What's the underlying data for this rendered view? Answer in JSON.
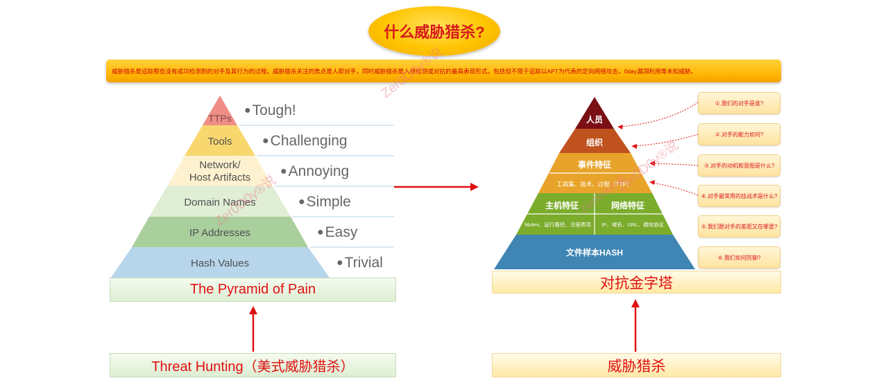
{
  "title": "什么威胁猎杀?",
  "definition": "威胁猎杀是追踪那些没有成功检测到的对手及其行为的过程。威胁猎杀关注的焦点是人即对手，同时威胁猎杀是入侵检测或对抗的最高表现形式。包括但不限于追踪以APT为代表的定向网络攻击，0day漏洞利用等未知威胁。",
  "left_pyramid": {
    "caption": "The Pyramid of Pain",
    "tiers": [
      {
        "label": "TTPs",
        "difficulty": "Tough!",
        "color": "#ef8d86"
      },
      {
        "label": "Tools",
        "difficulty": "Challenging",
        "color": "#f8d76f"
      },
      {
        "label_line1": "Network/",
        "label_line2": "Host Artifacts",
        "difficulty": "Annoying",
        "color": "#fdf1cf"
      },
      {
        "label": "Domain Names",
        "difficulty": "Simple",
        "color": "#dfeed5"
      },
      {
        "label": "IP Addresses",
        "difficulty": "Easy",
        "color": "#a9cf9d"
      },
      {
        "label": "Hash Values",
        "difficulty": "Trivial",
        "color": "#b7d6ec"
      }
    ]
  },
  "bottom_left_caption": "Threat Hunting（美式威胁猎杀）",
  "right_pyramid": {
    "caption": "对抗金字塔",
    "tiers": {
      "people": "人员",
      "organization": "组织",
      "event_features": "事件特征",
      "ttp_detail": "工具集、技术、过程（TTP）",
      "host_features": "主机特征",
      "network_features": "网络特征",
      "host_detail": "Mutex、运行路径、注册表项",
      "network_detail": "IP、域名、URL、通信协议",
      "hash": "文件样本HASH"
    },
    "colors": {
      "people": "#7a1014",
      "organization": "#c0521f",
      "event": "#e8a42a",
      "features": "#7bac2c",
      "hash": "#3f86b5"
    }
  },
  "questions": [
    "①.我们的对手是谁?",
    "②.对手的能力如何?",
    "③.对手的动机和意图是什么?",
    "④.对手最常用的技战术是什么?",
    "⑤.我们跟对手的差距又在哪里?",
    "⑥.我们如何防御?"
  ],
  "bottom_right_caption": "威胁猎杀",
  "watermarks": [
    "Zer0D0y®说",
    "Zer0D0y®说",
    "Zer0D0y®说",
    "Zer0D0y®说",
    "Zer0D0y®说"
  ]
}
